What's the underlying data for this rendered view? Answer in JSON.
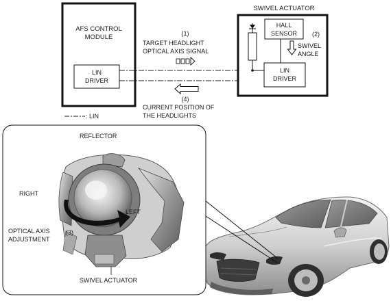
{
  "control_module": {
    "title_line1": "AFS CONTROL",
    "title_line2": "MODULE",
    "driver_line1": "LIN",
    "driver_line2": "DRIVER"
  },
  "swivel_actuator_box": {
    "title": "SWIVEL ACTUATOR",
    "hall_line1": "HALL",
    "hall_line2": "SENSOR",
    "driver_line1": "LIN",
    "driver_line2": "DRIVER"
  },
  "signals": {
    "num1": "(1)",
    "target_line1": "TARGET HEADLIGHT",
    "target_line2": "OPTICAL AXIS SIGNAL",
    "num2": "(2)",
    "swivel_line1": "SWIVEL",
    "swivel_line2": "ANGLE",
    "num4": "(4)",
    "current_line1": "CURRENT POSITION OF",
    "current_line2": "THE HEADLIGHTS"
  },
  "legend": {
    "lin_label": ": LIN"
  },
  "reflector_panel": {
    "title": "REFLECTOR",
    "right": "RIGHT",
    "left": "LEFT",
    "optical_line1": "OPTICAL AXIS",
    "optical_line2": "ADJUSTMENT",
    "num3": "(3)",
    "swivel_label": "SWIVEL ACTUATOR"
  }
}
